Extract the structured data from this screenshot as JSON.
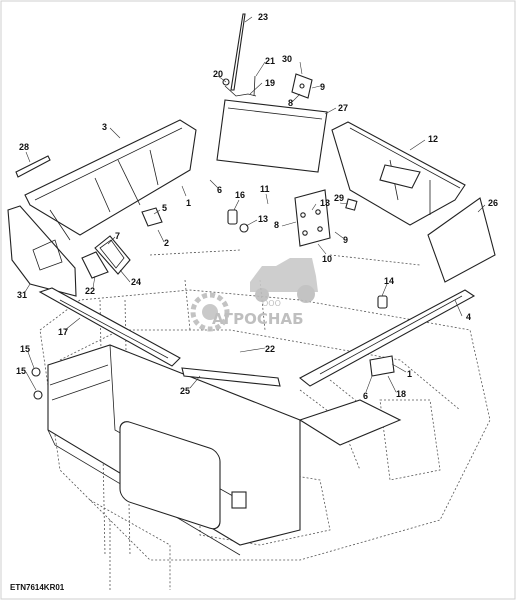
{
  "diagram": {
    "drawing_code": "ETN7614KR01",
    "watermark": {
      "small": "ООО",
      "text": "АГРОСНАБ"
    },
    "callouts": [
      {
        "id": "c23",
        "label": "23"
      },
      {
        "id": "c21",
        "label": "21"
      },
      {
        "id": "c30",
        "label": "30"
      },
      {
        "id": "c9a",
        "label": "9"
      },
      {
        "id": "c20",
        "label": "20"
      },
      {
        "id": "c19",
        "label": "19"
      },
      {
        "id": "c8a",
        "label": "8"
      },
      {
        "id": "c27",
        "label": "27"
      },
      {
        "id": "c3",
        "label": "3"
      },
      {
        "id": "c12",
        "label": "12"
      },
      {
        "id": "c28",
        "label": "28"
      },
      {
        "id": "c6a",
        "label": "6"
      },
      {
        "id": "c1a",
        "label": "1"
      },
      {
        "id": "c16",
        "label": "16"
      },
      {
        "id": "c11",
        "label": "11"
      },
      {
        "id": "c29",
        "label": "29"
      },
      {
        "id": "c13a",
        "label": "13"
      },
      {
        "id": "c26",
        "label": "26"
      },
      {
        "id": "c5",
        "label": "5"
      },
      {
        "id": "c13b",
        "label": "13"
      },
      {
        "id": "c8b",
        "label": "8"
      },
      {
        "id": "c9b",
        "label": "9"
      },
      {
        "id": "c7",
        "label": "7"
      },
      {
        "id": "c2",
        "label": "2"
      },
      {
        "id": "c10",
        "label": "10"
      },
      {
        "id": "c24",
        "label": "24"
      },
      {
        "id": "c22a",
        "label": "22"
      },
      {
        "id": "c31",
        "label": "31"
      },
      {
        "id": "c14",
        "label": "14"
      },
      {
        "id": "c4",
        "label": "4"
      },
      {
        "id": "c17",
        "label": "17"
      },
      {
        "id": "c22b",
        "label": "22"
      },
      {
        "id": "c15a",
        "label": "15"
      },
      {
        "id": "c1b",
        "label": "1"
      },
      {
        "id": "c15b",
        "label": "15"
      },
      {
        "id": "c25",
        "label": "25"
      },
      {
        "id": "c6b",
        "label": "6"
      },
      {
        "id": "c18",
        "label": "18"
      }
    ]
  }
}
